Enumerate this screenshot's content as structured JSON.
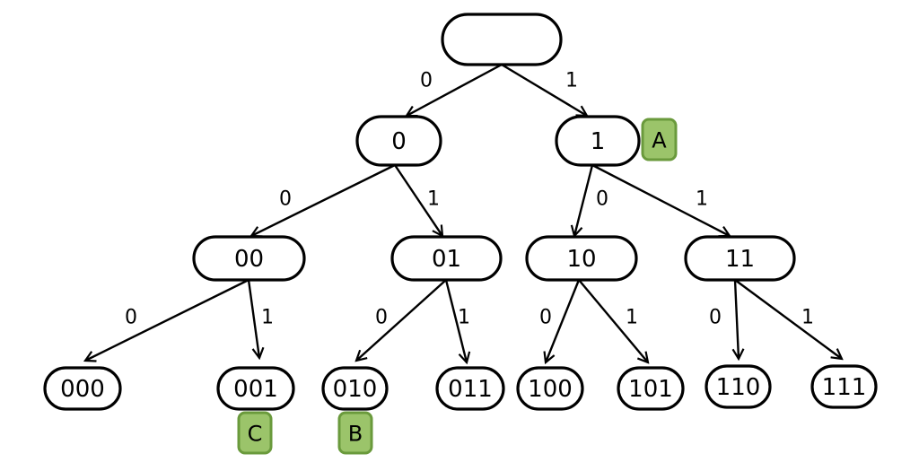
{
  "title": "Binary trie of 3-bit strings",
  "colors": {
    "badge_fill": "#9bc46a",
    "badge_stroke": "#6a9a3c",
    "stroke": "#000000"
  },
  "nodes": [
    {
      "id": "root",
      "label": ""
    },
    {
      "id": "n0",
      "label": "0"
    },
    {
      "id": "n1",
      "label": "1"
    },
    {
      "id": "n00",
      "label": "00"
    },
    {
      "id": "n01",
      "label": "01"
    },
    {
      "id": "n10",
      "label": "10"
    },
    {
      "id": "n11",
      "label": "11"
    },
    {
      "id": "n000",
      "label": "000"
    },
    {
      "id": "n001",
      "label": "001"
    },
    {
      "id": "n010",
      "label": "010"
    },
    {
      "id": "n011",
      "label": "011"
    },
    {
      "id": "n100",
      "label": "100"
    },
    {
      "id": "n101",
      "label": "101"
    },
    {
      "id": "n110",
      "label": "110"
    },
    {
      "id": "n111",
      "label": "111"
    }
  ],
  "edges": [
    {
      "from": "root",
      "to": "n0",
      "label": "0"
    },
    {
      "from": "root",
      "to": "n1",
      "label": "1"
    },
    {
      "from": "n0",
      "to": "n00",
      "label": "0"
    },
    {
      "from": "n0",
      "to": "n01",
      "label": "1"
    },
    {
      "from": "n1",
      "to": "n10",
      "label": "0"
    },
    {
      "from": "n1",
      "to": "n11",
      "label": "1"
    },
    {
      "from": "n00",
      "to": "n000",
      "label": "0"
    },
    {
      "from": "n00",
      "to": "n001",
      "label": "1"
    },
    {
      "from": "n01",
      "to": "n010",
      "label": "0"
    },
    {
      "from": "n01",
      "to": "n011",
      "label": "1"
    },
    {
      "from": "n10",
      "to": "n100",
      "label": "0"
    },
    {
      "from": "n10",
      "to": "n101",
      "label": "1"
    },
    {
      "from": "n11",
      "to": "n110",
      "label": "0"
    },
    {
      "from": "n11",
      "to": "n111",
      "label": "1"
    }
  ],
  "badges": [
    {
      "label": "A",
      "attached_to": "n1"
    },
    {
      "label": "B",
      "attached_to": "n010"
    },
    {
      "label": "C",
      "attached_to": "n001"
    }
  ]
}
